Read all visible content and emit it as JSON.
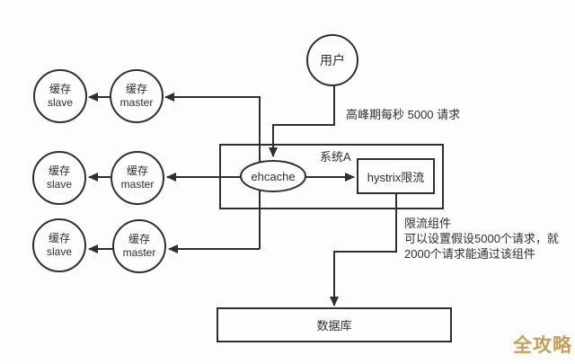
{
  "diagram": {
    "user_node": "用户",
    "peak_label": "高峰期每秒 5000 请求",
    "system_box_label": "系统A",
    "ehcache_node": "ehcache",
    "hystrix_node": "hystrix限流",
    "database_node": "数据库",
    "cache_rows": [
      {
        "slave_line1": "缓存",
        "slave_line2": "slave",
        "master_line1": "缓存",
        "master_line2": "master"
      },
      {
        "slave_line1": "缓存",
        "slave_line2": "slave",
        "master_line1": "缓存",
        "master_line2": "master"
      },
      {
        "slave_line1": "缓存",
        "slave_line2": "slave",
        "master_line1": "缓存",
        "master_line2": "master"
      }
    ],
    "note": {
      "line1": "限流组件",
      "line2": "可以设置假设5000个请求，就",
      "line3": "2000个请求能通过该组件"
    },
    "watermark": "全攻略",
    "colors": {
      "line": "#2f2f2f",
      "watermark": "#c2a15b",
      "background": "#fdfdfd"
    }
  }
}
